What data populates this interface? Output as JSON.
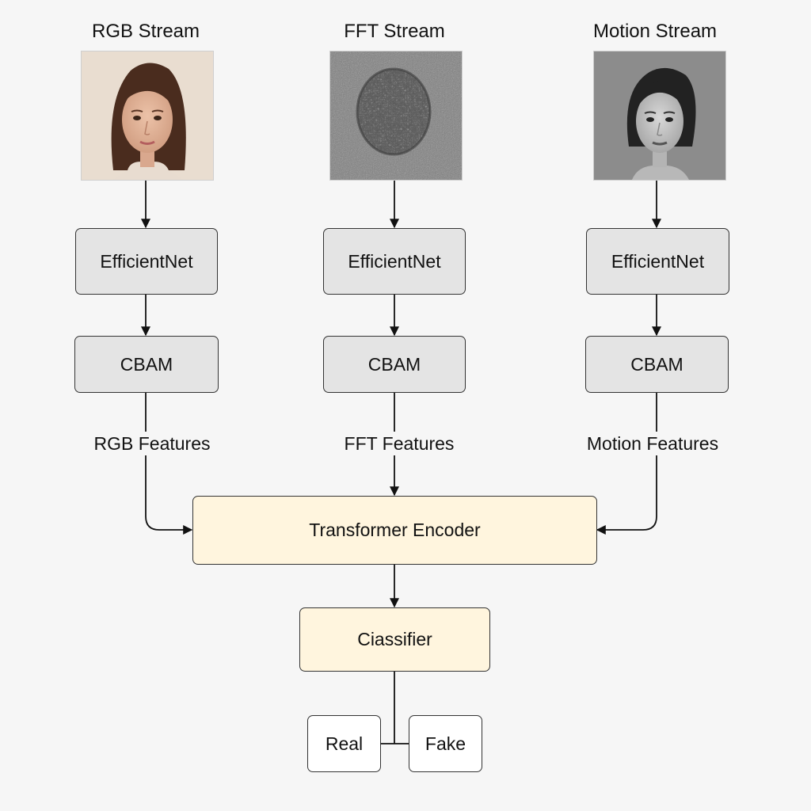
{
  "streams": [
    {
      "title": "RGB Stream",
      "image": "rgb-face",
      "backbone": "EfficientNet",
      "attention": "CBAM",
      "features": "RGB Features"
    },
    {
      "title": "FFT Stream",
      "image": "fft-spectrum",
      "backbone": "EfficientNet",
      "attention": "CBAM",
      "features": "FFT Features"
    },
    {
      "title": "Motion Stream",
      "image": "grayscale-face",
      "backbone": "EfficientNet",
      "attention": "CBAM",
      "features": "Motion Features"
    }
  ],
  "encoder": {
    "label": "Transformer Encoder"
  },
  "classifier": {
    "label": "Ciassifier"
  },
  "outputs": {
    "real": "Real",
    "fake": "Fake"
  },
  "colors": {
    "stream_box": "#e4e4e4",
    "fusion_box": "#fff5de",
    "output_box": "#ffffff",
    "line": "#111111",
    "background": "#f6f6f6"
  }
}
